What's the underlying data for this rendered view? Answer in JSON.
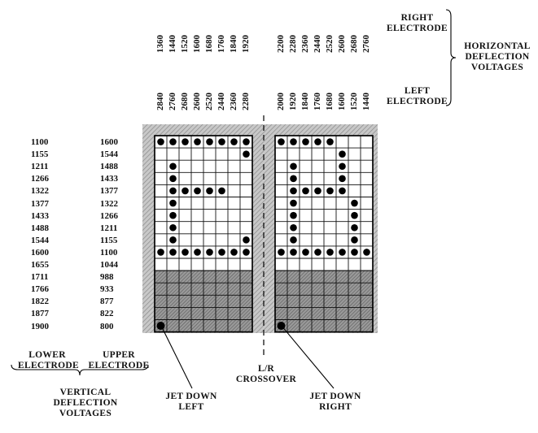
{
  "top_labels": {
    "right_electrode": [
      "RIGHT",
      "ELECTRODE"
    ],
    "left_electrode": [
      "LEFT",
      "ELECTRODE"
    ],
    "horizontal_deflection": [
      "HORIZONTAL",
      "DEFLECTION",
      "VOLTAGES"
    ]
  },
  "right_electrode_voltages_left_half": [
    "1360",
    "1440",
    "1520",
    "1600",
    "1680",
    "1760",
    "1840",
    "1920"
  ],
  "right_electrode_voltages_right_half": [
    "2200",
    "2280",
    "2360",
    "2440",
    "2520",
    "2600",
    "2680",
    "2760"
  ],
  "left_electrode_voltages_left_half": [
    "2840",
    "2760",
    "2680",
    "2600",
    "2520",
    "2440",
    "2360",
    "2280"
  ],
  "left_electrode_voltages_right_half": [
    "2000",
    "1920",
    "1840",
    "1760",
    "1680",
    "1600",
    "1520",
    "1440"
  ],
  "lower_electrode_voltages": [
    "1100",
    "1155",
    "1211",
    "1266",
    "1322",
    "1377",
    "1433",
    "1488",
    "1544",
    "1600",
    "1655",
    "1711",
    "1766",
    "1822",
    "1877",
    "1900"
  ],
  "upper_electrode_voltages": [
    "1600",
    "1544",
    "1488",
    "1433",
    "1377",
    "1322",
    "1266",
    "1211",
    "1155",
    "1100",
    "1044",
    "988",
    "933",
    "877",
    "822",
    "800"
  ],
  "bottom_labels": {
    "lower_electrode": [
      "LOWER",
      "ELECTRODE"
    ],
    "upper_electrode": [
      "UPPER",
      "ELECTRODE"
    ],
    "vertical_deflection": [
      "VERTICAL",
      "DEFLECTION",
      "VOLTAGES"
    ],
    "crossover": [
      "L/R",
      "CROSSOVER"
    ],
    "jet_down_left": [
      "JET DOWN",
      "LEFT"
    ],
    "jet_down_right": [
      "JET DOWN",
      "RIGHT"
    ]
  },
  "dot_grid": {
    "left_letter_E": [
      [
        1,
        1,
        1,
        1,
        1,
        1,
        1,
        1
      ],
      [
        0,
        0,
        0,
        0,
        0,
        0,
        0,
        1
      ],
      [
        0,
        1,
        0,
        0,
        0,
        0,
        0,
        0
      ],
      [
        0,
        1,
        0,
        0,
        0,
        0,
        0,
        0
      ],
      [
        0,
        1,
        1,
        1,
        1,
        1,
        0,
        0
      ],
      [
        0,
        1,
        0,
        0,
        0,
        0,
        0,
        0
      ],
      [
        0,
        1,
        0,
        0,
        0,
        0,
        0,
        0
      ],
      [
        0,
        1,
        0,
        0,
        0,
        0,
        0,
        0
      ],
      [
        0,
        1,
        0,
        0,
        0,
        0,
        0,
        1
      ],
      [
        1,
        1,
        1,
        1,
        1,
        1,
        1,
        1
      ]
    ],
    "right_letter_E": [
      [
        1,
        1,
        1,
        1,
        1,
        0,
        0,
        0
      ],
      [
        0,
        0,
        0,
        0,
        0,
        1,
        0,
        0
      ],
      [
        0,
        1,
        0,
        0,
        0,
        1,
        0,
        0
      ],
      [
        0,
        1,
        0,
        0,
        0,
        1,
        0,
        0
      ],
      [
        0,
        1,
        1,
        1,
        1,
        1,
        0,
        0
      ],
      [
        0,
        1,
        0,
        0,
        0,
        0,
        1,
        0
      ],
      [
        0,
        1,
        0,
        0,
        0,
        0,
        1,
        0
      ],
      [
        0,
        1,
        0,
        0,
        0,
        0,
        1,
        0
      ],
      [
        0,
        1,
        0,
        0,
        0,
        0,
        1,
        0
      ],
      [
        1,
        1,
        1,
        1,
        1,
        1,
        1,
        1
      ]
    ],
    "jet_down_marker": "filled-circle"
  }
}
